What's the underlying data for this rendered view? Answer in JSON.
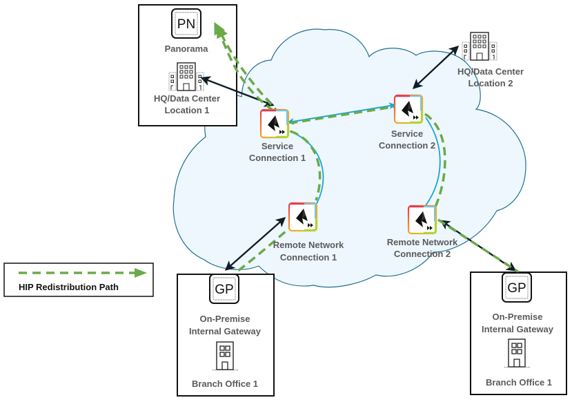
{
  "colors": {
    "cloud_fill": "#eef7fd",
    "cloud_stroke": "#1e6f8f",
    "hip_path": "#6aaa4a",
    "tunnel_line": "#1aa5d8",
    "connection_arrow": "#0f1d26",
    "label_text": "#5a5a5a",
    "box_border": "#111111"
  },
  "nodes": {
    "panorama": {
      "icon_text": "PN",
      "label": "Panorama"
    },
    "hq1": {
      "label_line1": "HQ/Data Center",
      "label_line2": "Location 1"
    },
    "hq2": {
      "label_line1": "HQ/Data Center",
      "label_line2": "Location 2"
    },
    "sc1": {
      "label_line1": "Service",
      "label_line2": "Connection 1"
    },
    "sc2": {
      "label_line1": "Service",
      "label_line2": "Connection 2"
    },
    "rn1": {
      "label_line1": "Remote Network",
      "label_line2": "Connection 1"
    },
    "rn2": {
      "label_line1": "Remote Network",
      "label_line2": "Connection 2"
    },
    "branch1": {
      "gateway_icon_text": "GP",
      "gateway_label_line1": "On-Premise",
      "gateway_label_line2": "Internal Gateway",
      "office_label": "Branch Office 1"
    },
    "branch2": {
      "gateway_icon_text": "GP",
      "gateway_label_line1": "On-Premise",
      "gateway_label_line2": "Internal Gateway",
      "office_label": "Branch Office 1"
    }
  },
  "legend": {
    "items": [
      {
        "label": "HIP Redistribution Path",
        "style": "dashed-green-arrow"
      }
    ]
  }
}
